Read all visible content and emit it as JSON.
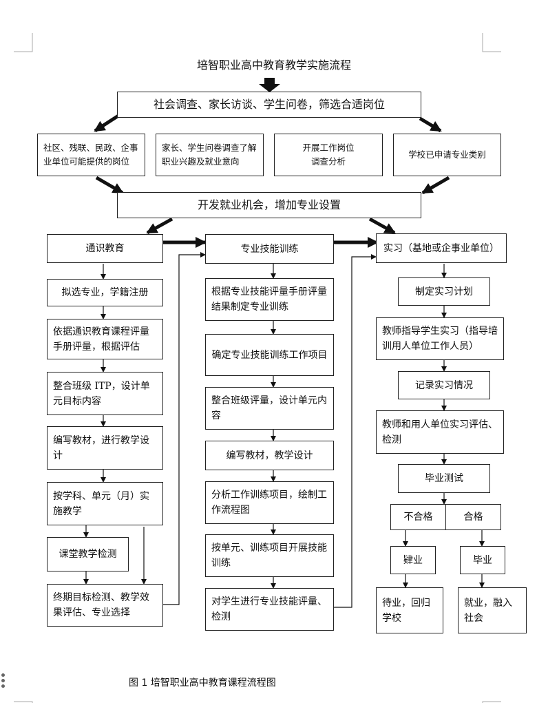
{
  "title": "培智职业高中教育教学实施流程",
  "survey": "社会调查、家长访谈、学生问卷，筛选合适岗位",
  "sources": [
    "社区、残联、民政、企事业单位可能提供的岗位",
    "家长、学生问卷调查了解职业兴趣及就业意向",
    "开展工作岗位调查分析",
    "学校已申请专业类别"
  ],
  "develop": "开发就业机会，增加专业设置",
  "col1": {
    "header": "通识教育",
    "steps": [
      "拟选专业，学籍注册",
      "依据通识教育课程评量手册评量，根据评估",
      "整合班级 ITP，设计单元目标内容",
      "编写教材，进行教学设计",
      "按学科、单元（月）实施教学",
      "课堂教学检测",
      "终期目标检测、教学效果评估、专业选择"
    ]
  },
  "col2": {
    "header": "专业技能训练",
    "steps": [
      "根据专业技能评量手册评量结果制定专业训练",
      "确定专业技能训练工作项目",
      "整合班级评量，设计单元内容",
      "编写教材，教学设计",
      "分析工作训练项目，绘制工作流程图",
      "按单元、训练项目开展技能训练",
      "对学生进行专业技能评量、检测"
    ]
  },
  "col3": {
    "header": "实习（基地或企事业单位）",
    "steps": [
      "制定实习计划",
      "教师指导学生实习（指导培训用人单位工作人员）",
      "记录实习情况",
      "教师和用人单位实习评估、检测",
      "毕业测试"
    ],
    "fail": "不合格",
    "pass": "合格",
    "fail_next": "肄业",
    "pass_next": "毕业",
    "fail_end": "待业，回归学校",
    "pass_end": "就业，融入社会"
  },
  "caption": "图 1 培智职业高中教育课程流程图"
}
